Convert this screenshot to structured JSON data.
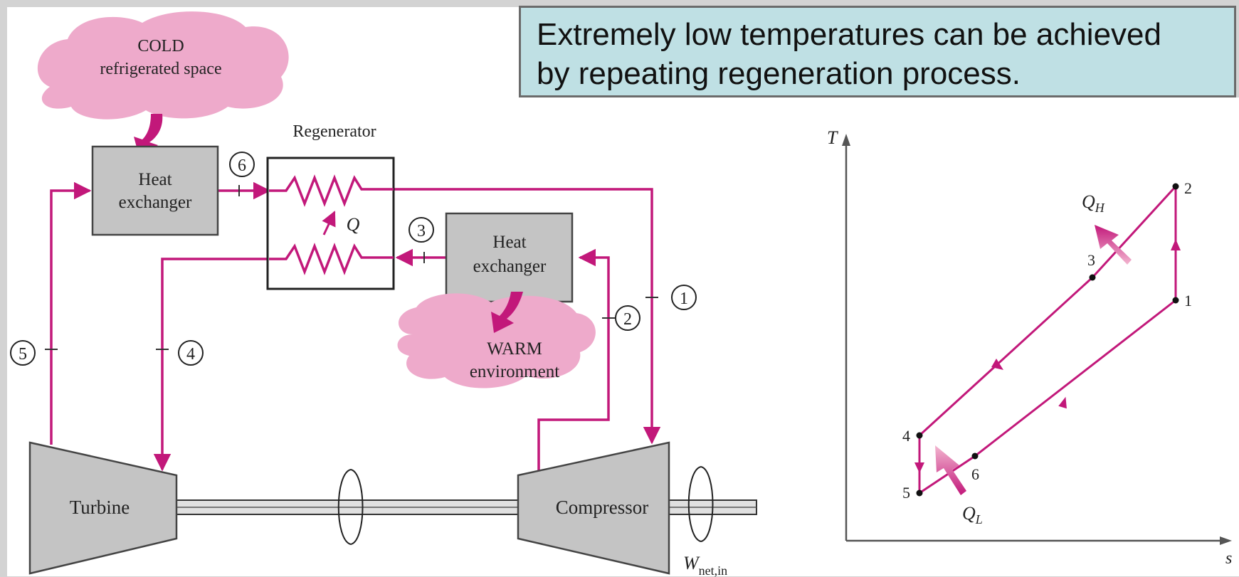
{
  "banner": {
    "line1": "Extremely low temperatures can be achieved",
    "line2": "by repeating regeneration process."
  },
  "schematic": {
    "cold_line1": "COLD",
    "cold_line2": "refrigerated space",
    "regenerator": "Regenerator",
    "hx_left_line1": "Heat",
    "hx_left_line2": "exchanger",
    "hx_right_line1": "Heat",
    "hx_right_line2": "exchanger",
    "q_label": "Q",
    "warm_line1": "WARM",
    "warm_line2": "environment",
    "turbine": "Turbine",
    "compressor": "Compressor",
    "w_main": "W",
    "w_sub": "net,in",
    "states": [
      "1",
      "2",
      "3",
      "4",
      "5",
      "6"
    ]
  },
  "ts_diagram": {
    "y_axis": "T",
    "x_axis": "s",
    "q_high": "Q",
    "q_high_sub": "H",
    "q_low": "Q",
    "q_low_sub": "L",
    "points": [
      "1",
      "2",
      "3",
      "4",
      "5",
      "6"
    ]
  },
  "colors": {
    "pipe": "#c2187a",
    "equipment_fill": "#c4c4c4",
    "cloud": "#eeaacb",
    "banner_fill": "#bfe0e4"
  }
}
